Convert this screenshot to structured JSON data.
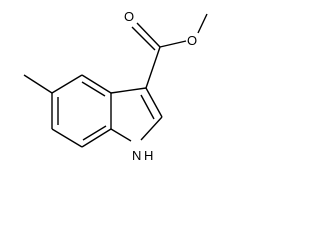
{
  "molecule": {
    "atoms": {
      "carbonyl_oxygen": "O",
      "ester_oxygen": "O",
      "ring_nitrogen": "N",
      "ring_nitrogen_hydrogen": "H"
    },
    "colors": {
      "bond": "#000000",
      "label": "#000000",
      "background": "#ffffff"
    }
  }
}
